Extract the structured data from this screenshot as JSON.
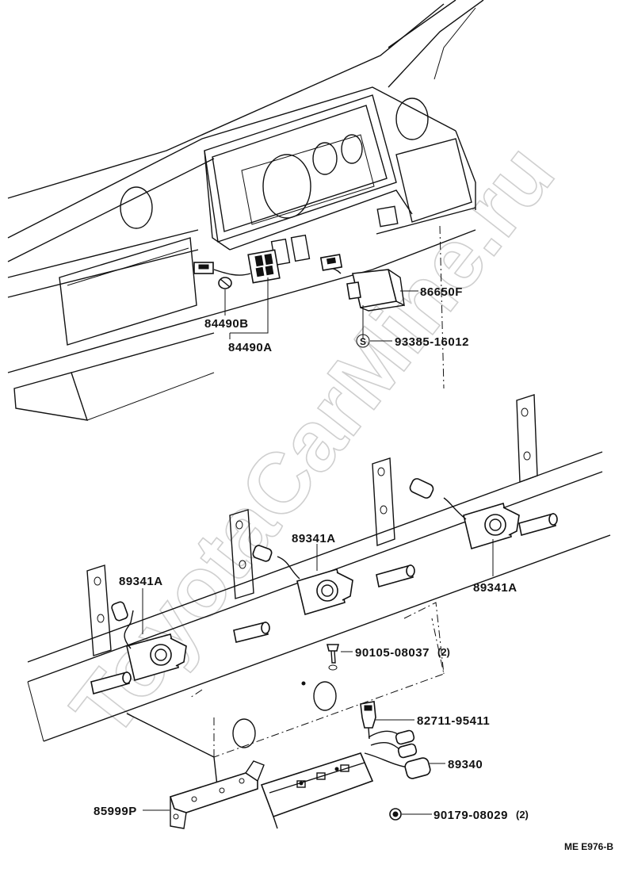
{
  "diagram": {
    "callouts": [
      {
        "id": "c-86650F",
        "label": "86650F"
      },
      {
        "id": "c-93385",
        "label": "93385-16012"
      },
      {
        "id": "c-84490B",
        "label": "84490B"
      },
      {
        "id": "c-84490A",
        "label": "84490A"
      },
      {
        "id": "c-89341A-mid",
        "label": "89341A"
      },
      {
        "id": "c-89341A-left",
        "label": "89341A"
      },
      {
        "id": "c-89341A-right",
        "label": "89341A"
      },
      {
        "id": "c-90105",
        "label": "90105-08037",
        "qty": "(2)"
      },
      {
        "id": "c-82711",
        "label": "82711-95411"
      },
      {
        "id": "c-89340",
        "label": "89340"
      },
      {
        "id": "c-85999P",
        "label": "85999P"
      },
      {
        "id": "c-90179",
        "label": "90179-08029",
        "qty": "(2)"
      }
    ],
    "standard_part_symbol": "S",
    "figure_code": "ME E976-B",
    "watermark": "ToyotaCarMine.ru"
  }
}
